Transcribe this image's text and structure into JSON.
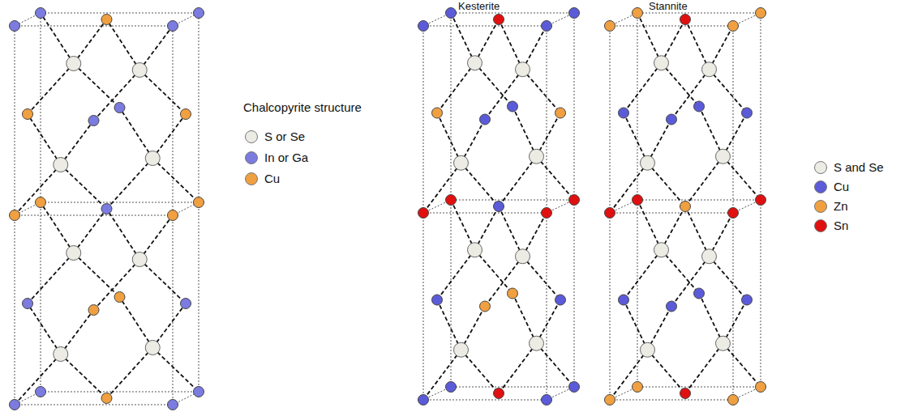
{
  "diagram": {
    "labels": [
      "Chalcopyrite structure",
      "Kesterite",
      "Stannite"
    ],
    "legend": [
      {
        "text": "S or Se",
        "color": "#ececE4"
      },
      {
        "text": "In or Ga",
        "color": "#7b7be0"
      },
      {
        "text": "Cu",
        "color": "#f0a040"
      },
      {
        "text": "S and Se",
        "color": "#ececE4"
      },
      {
        "text": "Cu",
        "color": "#5b5bd9"
      },
      {
        "text": "Zn",
        "color": "#f0a040"
      },
      {
        "text": "Sn",
        "color": "#e01010"
      }
    ]
  }
}
